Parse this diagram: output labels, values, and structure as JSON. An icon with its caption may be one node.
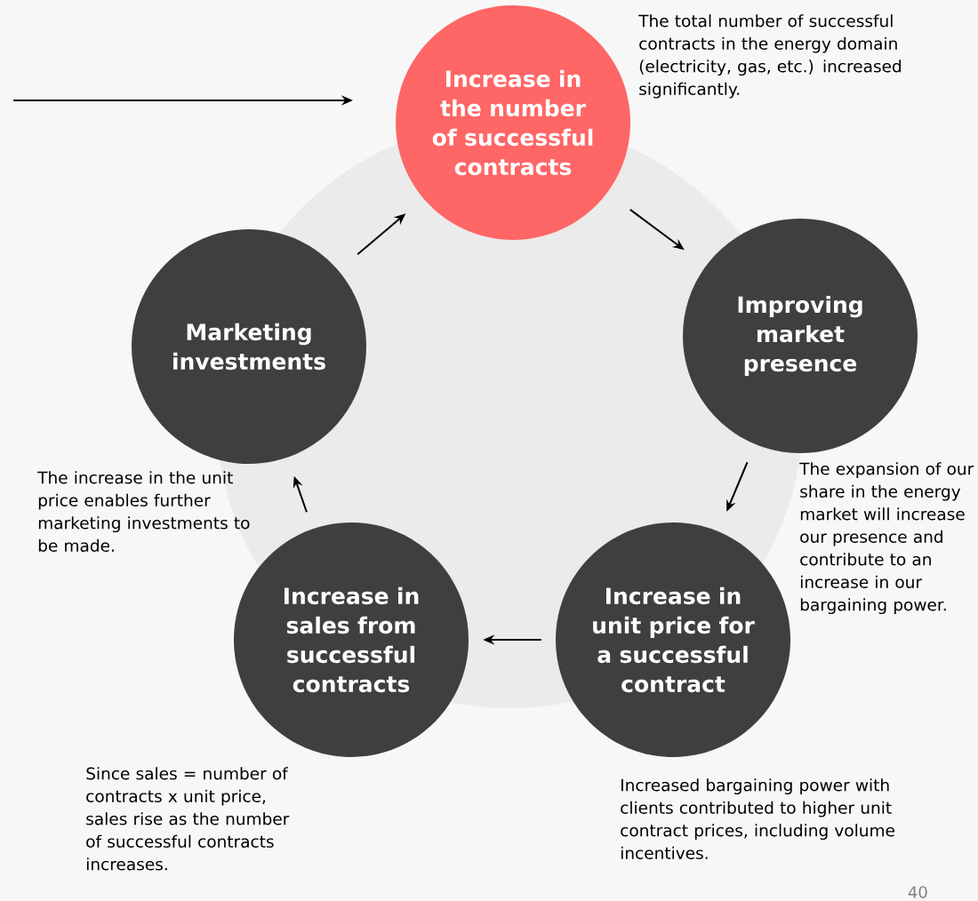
{
  "diagram": {
    "nodes": [
      {
        "text": [
          "Increase in the number of successful contracts"
        ],
        "beside": [
          "The total number of successful contracts in the energy domain (electricity, gas, etc.) increased significantly."
        ]
      },
      {
        "text": [
          "Improving market presence"
        ],
        "beside": [
          "The expansion of our share in the energy market will increase our presence and contribute to an increase in our bargaining power."
        ]
      },
      {
        "text": [
          "Increase in unit price for a successful contract"
        ],
        "beside": [
          "Increased bargaining power with clients contributed to higher unit contract prices, including volume incentives."
        ]
      },
      {
        "text": [
          "Increase in sales from successful contracts"
        ],
        "beside": [
          "Since sales = number of contracts x unit price, sales rise as the number of successful contracts increases."
        ]
      },
      {
        "text": [
          "Marketing investments"
        ],
        "beside": [
          "The increase in the unit price enables further marketing investments to be made."
        ]
      }
    ],
    "edges": [
      {
        "from": null,
        "to": 0,
        "arrow": "to"
      },
      {
        "from": 0,
        "to": 1,
        "arrow": "to"
      },
      {
        "from": 1,
        "to": 2,
        "arrow": "to"
      },
      {
        "from": 2,
        "to": 3,
        "arrow": "to"
      },
      {
        "from": 3,
        "to": 4,
        "arrow": "to"
      },
      {
        "from": 4,
        "to": 0,
        "arrow": "to"
      }
    ],
    "labels": [
      "40"
    ]
  }
}
